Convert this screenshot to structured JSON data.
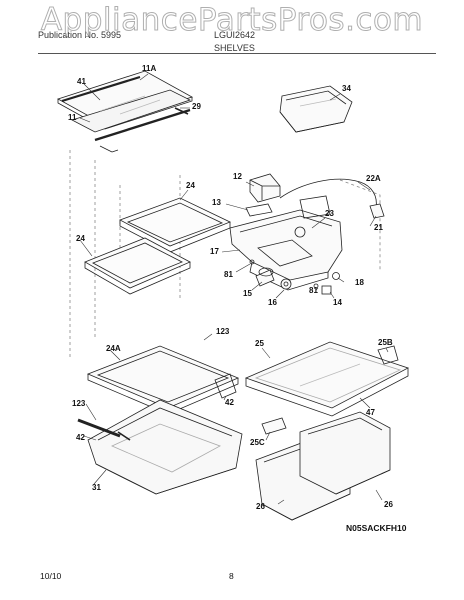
{
  "watermark": "AppliancePartsPros.com",
  "header": {
    "left": "Publication No. 5995",
    "model": "LGUI2642",
    "section": "SHELVES"
  },
  "callouts": [
    {
      "id": "c41",
      "text": "41"
    },
    {
      "id": "c11a",
      "text": "11A"
    },
    {
      "id": "c29",
      "text": "29"
    },
    {
      "id": "c11",
      "text": "11"
    },
    {
      "id": "c34",
      "text": "34"
    },
    {
      "id": "c24a",
      "text": "24"
    },
    {
      "id": "c24b",
      "text": "24"
    },
    {
      "id": "c12",
      "text": "12"
    },
    {
      "id": "c13",
      "text": "13"
    },
    {
      "id": "c22a",
      "text": "22A"
    },
    {
      "id": "c23",
      "text": "23"
    },
    {
      "id": "c21",
      "text": "21"
    },
    {
      "id": "c17",
      "text": "17"
    },
    {
      "id": "c81a",
      "text": "81"
    },
    {
      "id": "c15",
      "text": "15"
    },
    {
      "id": "c16",
      "text": "16"
    },
    {
      "id": "c81b",
      "text": "81"
    },
    {
      "id": "c18",
      "text": "18"
    },
    {
      "id": "c14",
      "text": "14"
    },
    {
      "id": "c123a",
      "text": "123"
    },
    {
      "id": "c24c",
      "text": "24A"
    },
    {
      "id": "c42a",
      "text": "42"
    },
    {
      "id": "c123b",
      "text": "123"
    },
    {
      "id": "c42b",
      "text": "42"
    },
    {
      "id": "c31",
      "text": "31"
    },
    {
      "id": "c25",
      "text": "25"
    },
    {
      "id": "c25b",
      "text": "25B"
    },
    {
      "id": "c47",
      "text": "47"
    },
    {
      "id": "c25c",
      "text": "25C"
    },
    {
      "id": "c26a",
      "text": "26"
    },
    {
      "id": "c26b",
      "text": "26"
    }
  ],
  "figure_code": "N05SACKFH10",
  "footer": {
    "date": "10/10",
    "page": "8"
  }
}
